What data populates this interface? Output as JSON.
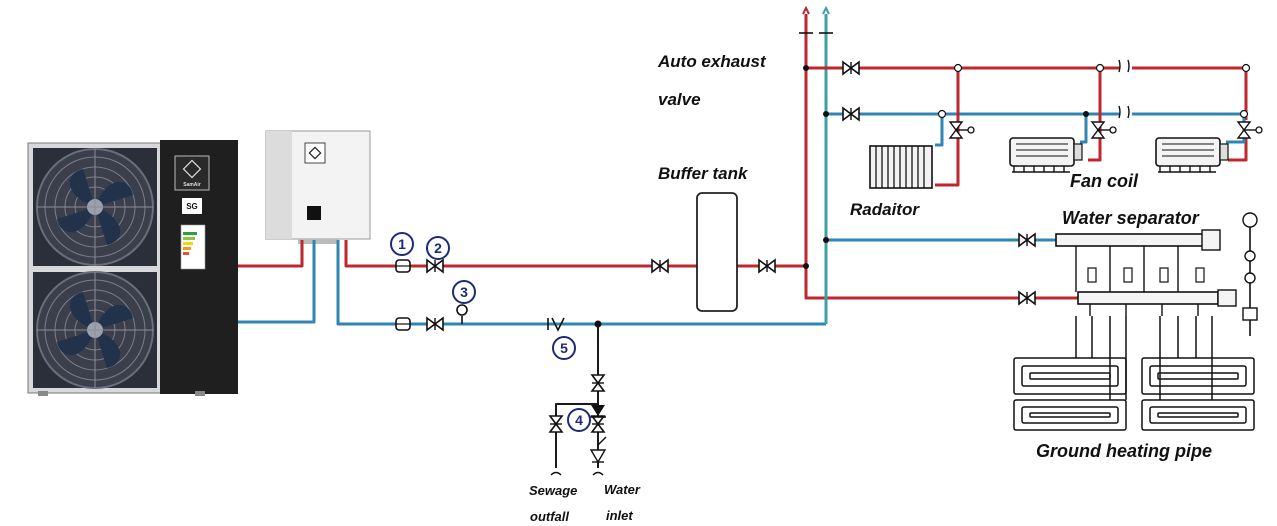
{
  "labels": {
    "auto_exhaust_line1": "Auto exhaust",
    "auto_exhaust_line2": "valve",
    "buffer_tank": "Buffer tank",
    "radiator": "Radaitor",
    "fan_coil": "Fan coil",
    "water_separator": "Water separator",
    "ground_heating_pipe": "Ground heating pipe",
    "sewage_line1": "Sewage",
    "sewage_line2": "outfall",
    "water_line1": "Water",
    "water_line2": "inlet"
  },
  "markers": [
    "1",
    "2",
    "3",
    "4",
    "5"
  ],
  "unit": {
    "brand": "SamAir",
    "badge": "SG"
  },
  "colors": {
    "supply_pipe": "#c0272d",
    "return_pipe": "#2f86b5",
    "cold_pipe": "#3aa0a6",
    "unit_body": "#1e1e1e",
    "marker": "#1c2a78"
  },
  "icons": [
    "fan-grille-icon",
    "valve-icon",
    "check-valve-icon",
    "pressure-gauge-icon",
    "filter-icon"
  ]
}
